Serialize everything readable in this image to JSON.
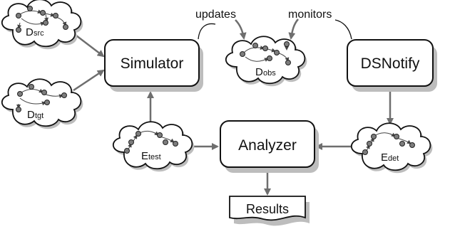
{
  "nodes": {
    "simulator": {
      "label": "Simulator"
    },
    "dsnotify": {
      "label": "DSNotify"
    },
    "analyzer": {
      "label": "Analyzer"
    },
    "results": {
      "label": "Results"
    }
  },
  "datasets": {
    "d_src": {
      "main": "D",
      "sub": "src"
    },
    "d_tgt": {
      "main": "D",
      "sub": "tgt"
    },
    "d_obs": {
      "main": "D",
      "sub": "obs"
    },
    "e_test": {
      "main": "E",
      "sub": "test"
    },
    "e_det": {
      "main": "E",
      "sub": "det"
    }
  },
  "edge_labels": {
    "updates": "updates",
    "monitors": "monitors"
  },
  "colors": {
    "box_stroke": "#111111",
    "box_fill": "#ffffff",
    "arrow": "#6e6e6e",
    "shadow": "#bdbdbd",
    "node_fill": "#7d7d7d",
    "node_stroke": "#222222"
  }
}
